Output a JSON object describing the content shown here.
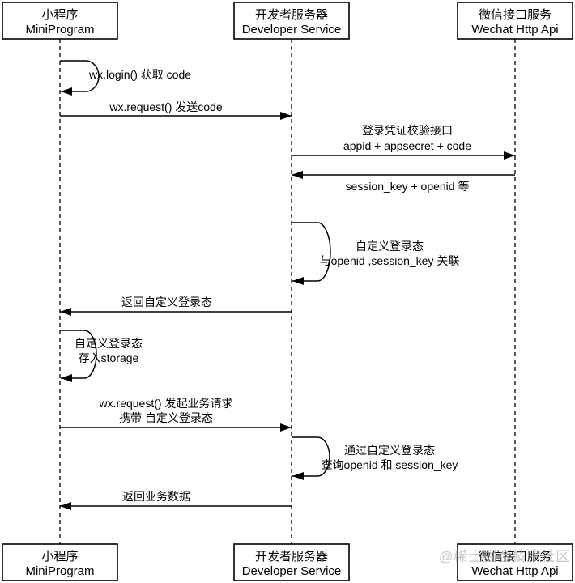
{
  "diagram": {
    "type": "sequence-diagram",
    "topic": "WeChat MiniProgram login flow",
    "actors": {
      "miniprogram": {
        "zh": "小程序",
        "en": "MiniProgram"
      },
      "developer": {
        "zh": "开发者服务器",
        "en": "Developer Service"
      },
      "wechat": {
        "zh": "微信接口服务",
        "en": "Wechat Http Api"
      }
    },
    "messages": {
      "login_code": {
        "kind": "self",
        "actor": "miniprogram",
        "line1": "wx.login() 获取 code"
      },
      "send_code": {
        "kind": "arrow",
        "from": "miniprogram",
        "to": "developer",
        "line1": "wx.request() 发送code"
      },
      "verify_api": {
        "kind": "arrow",
        "from": "developer",
        "to": "wechat",
        "line1": "登录凭证校验接口",
        "line2": "appid + appsecret + code"
      },
      "session_response": {
        "kind": "arrow",
        "from": "wechat",
        "to": "developer",
        "line1": "session_key + openid 等"
      },
      "custom_login": {
        "kind": "self",
        "actor": "developer",
        "line1": "自定义登录态",
        "line2": "与openid ,session_key 关联"
      },
      "return_custom_login": {
        "kind": "arrow",
        "from": "developer",
        "to": "miniprogram",
        "line1": "返回自定义登录态"
      },
      "store_storage": {
        "kind": "self",
        "actor": "miniprogram",
        "line1": "自定义登录态",
        "line2": "存入storage"
      },
      "business_request": {
        "kind": "arrow",
        "from": "miniprogram",
        "to": "developer",
        "line1": "wx.request() 发起业务请求",
        "line2": "携带 自定义登录态"
      },
      "query_session": {
        "kind": "self",
        "actor": "developer",
        "line1": "通过自定义登录态",
        "line2": "查询openid 和 session_key"
      },
      "return_business_data": {
        "kind": "arrow",
        "from": "developer",
        "to": "miniprogram",
        "line1": "返回业务数据"
      }
    },
    "watermark": "@稀土掘金技术社区",
    "colors": {
      "line": "#000000",
      "background": "#ffffff",
      "watermark": "#9a9a9a"
    }
  }
}
